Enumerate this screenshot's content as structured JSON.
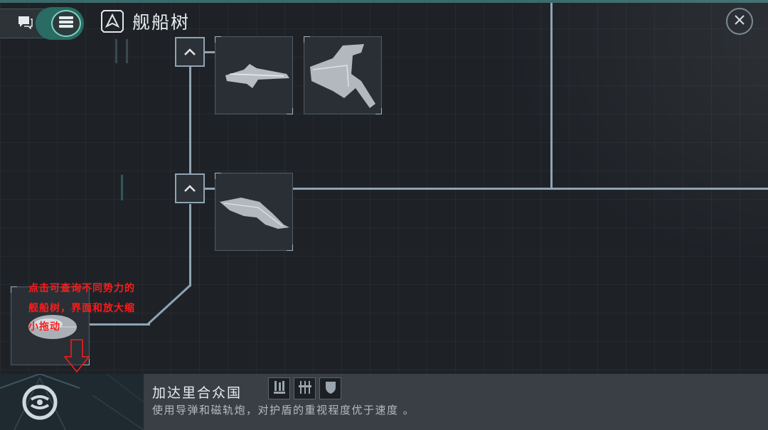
{
  "header": {
    "title": "舰船树",
    "chat_icon": "chat-bubbles-icon",
    "menu_icon": "list-menu-icon",
    "title_icon": "ship-tree-icon",
    "close_icon": "close-icon"
  },
  "tree": {
    "nodes": [
      {
        "name": "ship-node-1",
        "icon": "ship-silhouette-icon"
      },
      {
        "name": "ship-node-2",
        "icon": "ship-silhouette-icon"
      },
      {
        "name": "ship-node-3",
        "icon": "ship-silhouette-icon"
      },
      {
        "name": "ship-node-root",
        "icon": "ship-silhouette-icon"
      }
    ],
    "expand_icon": "chevron-up-icon"
  },
  "hint": {
    "line1": "点击可查询不同势力的",
    "line2": "舰船树，界面和放大缩",
    "line3": "小拖动",
    "color": "#ff1a1a"
  },
  "faction": {
    "name": "加达里合众国",
    "description": "使用导弹和磁轨炮，对护盾的重视程度优于速度 。",
    "emblem_icon": "faction-emblem-icon",
    "traits": [
      "missile-icon",
      "railgun-icon",
      "shield-icon"
    ]
  },
  "colors": {
    "accent": "#2a6b63",
    "line": "#8fa4b3",
    "hint": "#ff1a1a"
  }
}
